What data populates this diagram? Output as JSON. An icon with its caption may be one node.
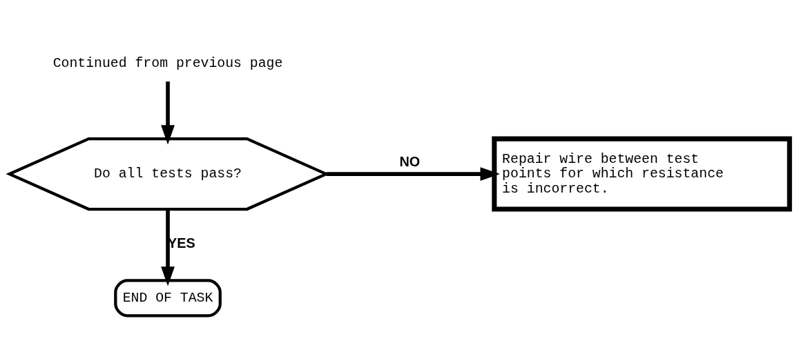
{
  "diagram": {
    "nodes": [
      {
        "text": [
          "Continued from previous page"
        ]
      },
      {
        "text": [
          "Do all tests pass?"
        ]
      },
      {
        "text": [
          "Repair wire between test points for which resistance is incorrect."
        ]
      },
      {
        "text": [
          "END OF TASK"
        ]
      }
    ],
    "edges": [
      {
        "from": 0,
        "to": 1,
        "arrow": "to"
      },
      {
        "from": 1,
        "to": 2,
        "arrow": "to",
        "label": "NO"
      },
      {
        "from": 1,
        "to": 3,
        "arrow": "to",
        "label": "YES"
      }
    ]
  }
}
